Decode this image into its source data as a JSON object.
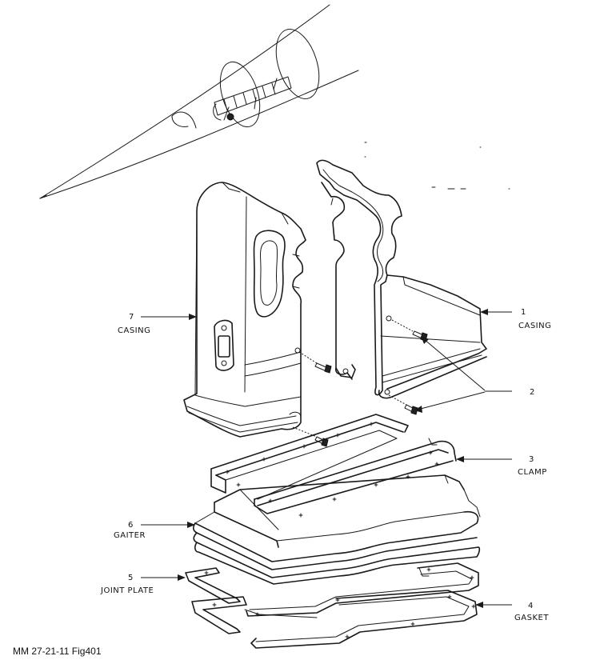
{
  "figure": {
    "caption": "MM 27-21-11  Fig401"
  },
  "callouts": [
    {
      "number": "1",
      "label": "CASING"
    },
    {
      "number": "2",
      "label": ""
    },
    {
      "number": "3",
      "label": "CLAMP"
    },
    {
      "number": "4",
      "label": "GASKET"
    },
    {
      "number": "5",
      "label": "JOINT PLATE"
    },
    {
      "number": "6",
      "label": "GAITER"
    },
    {
      "number": "7",
      "label": "CASING"
    }
  ]
}
